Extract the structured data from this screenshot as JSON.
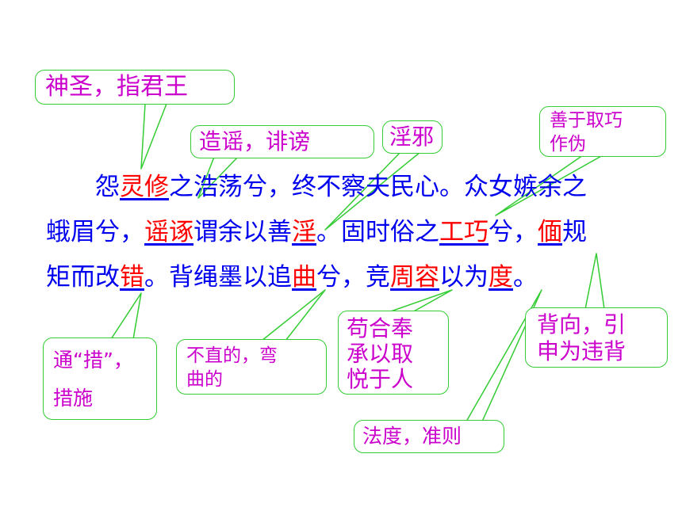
{
  "passage": {
    "line1": [
      {
        "t": "　　怨",
        "hl": false
      },
      {
        "t": "灵修",
        "hl": true
      },
      {
        "t": "之浩荡兮，终不察夫民心。众女嫉余之",
        "hl": false
      }
    ],
    "line2": [
      {
        "t": "蛾眉兮，",
        "hl": false
      },
      {
        "t": "谣诼",
        "hl": true
      },
      {
        "t": "谓余以善",
        "hl": false
      },
      {
        "t": "淫",
        "hl": true
      },
      {
        "t": "。固时俗之",
        "hl": false
      },
      {
        "t": "工巧",
        "hl": true
      },
      {
        "t": "兮，",
        "hl": false
      },
      {
        "t": "偭",
        "hl": true
      },
      {
        "t": "规",
        "hl": false
      }
    ],
    "line3": [
      {
        "t": "矩而改",
        "hl": false
      },
      {
        "t": "错",
        "hl": true
      },
      {
        "t": "。背绳墨以追",
        "hl": false
      },
      {
        "t": "曲",
        "hl": true
      },
      {
        "t": "兮，竞",
        "hl": false
      },
      {
        "t": "周容",
        "hl": true
      },
      {
        "t": "以为",
        "hl": false
      },
      {
        "t": "度",
        "hl": true
      },
      {
        "t": "。",
        "hl": false
      }
    ]
  },
  "notes": {
    "shensheng": "神圣，指君王",
    "zaoyao": "造谣，诽谤",
    "yinxie": "淫邪",
    "shanyu": "善于取巧\n作伪",
    "tongcuo": "通“措”，\n措施",
    "buzhi": "不直的，弯\n曲的",
    "gouhe": "苟合奉\n承以取\n悦于人",
    "beixiang": "背向，引\n申为违背",
    "fadu": "法度，准则"
  },
  "colors": {
    "text": "#0000ee",
    "highlight": "#ff0000",
    "note": "#cc00cc",
    "border": "#33cc33"
  }
}
